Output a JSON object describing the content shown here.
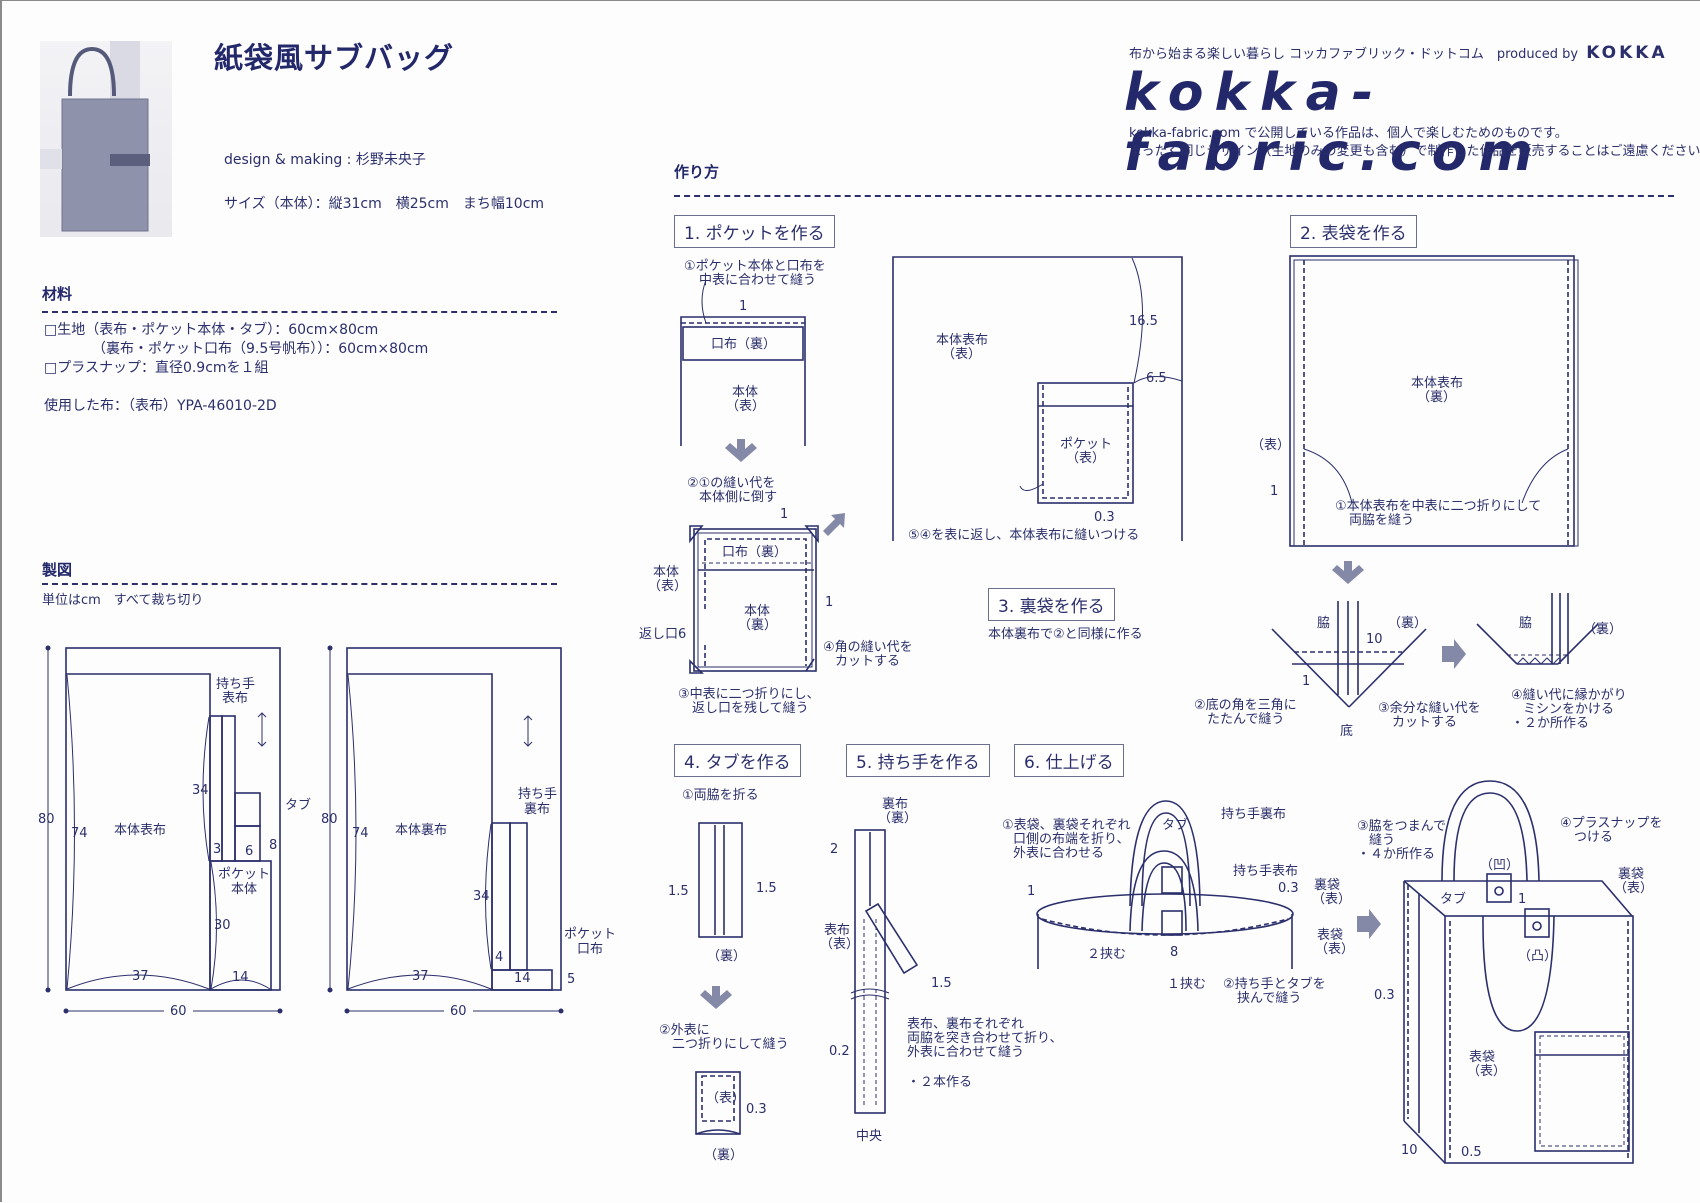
{
  "header": {
    "title": "紙袋風サブバッグ",
    "designer": "design & making : 杉野未央子",
    "size": "サイズ（本体）：縦31cm　横25cm　まち幅10cm",
    "photo_icon": "tote-bag-photo"
  },
  "brand": {
    "tagline": "布から始まる楽しい暮らし コッカファブリック・ドットコム　produced by",
    "maker": "KOKKA",
    "logo": "kokka-fabric.com",
    "notice_line1": "kokka-fabric.com で公開している作品は、個人で楽しむためのものです。",
    "notice_line2": "まったく同じデザイン（生地のみの変更も含む）で制作した作品を販売することはご遠慮ください。"
  },
  "materials": {
    "heading": "材料",
    "items": [
      "□生地（表布・ポケット本体・タブ）：60cm×80cm",
      "（裏布・ポケット口布（9.5号帆布））：60cm×80cm",
      "□プラスナップ：直径0.9cmを１組"
    ],
    "fabric_used": "使用した布：（表布）YPA-46010-2D"
  },
  "pattern": {
    "heading": "製図",
    "note": "単位はcm　すべて裁ち切り",
    "left": {
      "height": "80",
      "width": "60",
      "main_label": "本体表布",
      "main_h": "74",
      "main_w": "37",
      "handle_label": [
        "持ち手",
        "表布"
      ],
      "handle_h": "34",
      "handle_w": "3",
      "tab_label": "タブ",
      "tab_w": "6",
      "tab_h": "8",
      "pocket_label": [
        "ポケット",
        "本体"
      ],
      "pocket_h": "30",
      "pocket_w": "14"
    },
    "right": {
      "height": "80",
      "width": "60",
      "main_label": "本体裏布",
      "main_h": "74",
      "main_w": "37",
      "handle_label": [
        "持ち手",
        "裏布"
      ],
      "handle_h": "34",
      "handle_w": "4",
      "pocket_label": [
        "ポケット",
        "口布"
      ],
      "pocket_w": "14",
      "pocket_h": "5"
    }
  },
  "howto": {
    "heading": "作り方",
    "steps": [
      {
        "title": "1. ポケットを作る",
        "notes": {
          "n1": [
            "①ポケット本体と口布を",
            "中表に合わせて縫う"
          ],
          "n1_val": "1",
          "mouth_label": "口布（裏）",
          "body_label": [
            "本体",
            "（表）"
          ],
          "n2": [
            "②①の縫い代を",
            "本体側に倒す"
          ],
          "n2_val": "1",
          "mouth_label2": "口布（裏）",
          "body_label2": [
            "本体",
            "（裏）"
          ],
          "side_label": [
            "本体",
            "（表）"
          ],
          "side_val": "1",
          "opening": "返し口6",
          "n4": [
            "④角の縫い代を",
            "カットする"
          ],
          "n3": [
            "③中表に二つ折りにし、",
            "返し口を残して縫う"
          ],
          "panel_label": [
            "本体表布",
            "（表）"
          ],
          "dim_top": "16.5",
          "dim_side": "6.5",
          "pocket_label": [
            "ポケット",
            "（表）"
          ],
          "dim_stitch": "0.3",
          "n5": "⑤④を表に返し、本体表布に縫いつける"
        }
      },
      {
        "title": "2. 表袋を作る",
        "notes": {
          "panel_label": [
            "本体表布",
            "（裏）"
          ],
          "front": "（表）",
          "seam": "1",
          "n1": [
            "①本体表布を中表に二つ折りにして",
            "両脇を縫う"
          ],
          "side": "脇",
          "back": "（裏）",
          "gusset": "10",
          "seam2": "1",
          "n2": [
            "②底の角を三角に",
            "たたんで縫う"
          ],
          "bottom": "底",
          "n3": [
            "③余分な縫い代を",
            "カットする"
          ],
          "side2": "脇",
          "back2": "（裏）",
          "n4": [
            "④縫い代に縁かがり",
            "ミシンをかける",
            "・２か所作る"
          ]
        }
      },
      {
        "title": "3. 裏袋を作る",
        "notes": {
          "text": "本体裏布で②と同様に作る"
        }
      },
      {
        "title": "4. タブを作る",
        "notes": {
          "n1": "①両脇を折る",
          "fold_l": "1.5",
          "fold_r": "1.5",
          "back": "（裏）",
          "n2": [
            "②外表に",
            "二つ折りにして縫う"
          ],
          "front": "（表）",
          "stitch": "0.3",
          "back2": "（裏）"
        }
      },
      {
        "title": "5. 持ち手を作る",
        "notes": {
          "lining": [
            "裏布",
            "（裏）"
          ],
          "fold": "2",
          "outer": [
            "表布",
            "（表）"
          ],
          "fold2": "1.5",
          "stitch": "0.2",
          "desc": [
            "表布、裏布それぞれ",
            "両脇を突き合わせて折り、",
            "外表に合わせて縫う"
          ],
          "count": "・２本作る",
          "center": "中央"
        }
      },
      {
        "title": "6. 仕上げる",
        "notes": {
          "n1": [
            "①表袋、裏袋それぞれ",
            "口側の布端を折り、",
            "外表に合わせる"
          ],
          "fold": "1",
          "tab": "タブ",
          "handle_lining": "持ち手裏布",
          "handle_outer": "持ち手表布",
          "stitch": "0.3",
          "inner_bag": [
            "裏袋",
            "（表）"
          ],
          "outer_bag": [
            "表袋",
            "（表）"
          ],
          "insert2": "２挟む",
          "gap": "8",
          "insert1": "１挟む",
          "n2": [
            "②持ち手とタブを",
            "挟んで縫う"
          ],
          "n3": [
            "③脇をつまんで",
            "縫う",
            "・４か所作る"
          ],
          "n4": [
            "④プラスナップを",
            "つける"
          ],
          "female": "（凹）",
          "male": "（凸）",
          "tab2": "タブ",
          "tab_val": "1",
          "inner_bag2": [
            "裏袋",
            "（表）"
          ],
          "side_stitch": "0.3",
          "outer_bag2": [
            "表袋",
            "（表）"
          ],
          "gusset": "10",
          "corner": "0.5"
        }
      }
    ]
  },
  "colors": {
    "ink": "#2b2f6b",
    "arrow": "#8589a8",
    "box_border": "#6a6f8f"
  }
}
